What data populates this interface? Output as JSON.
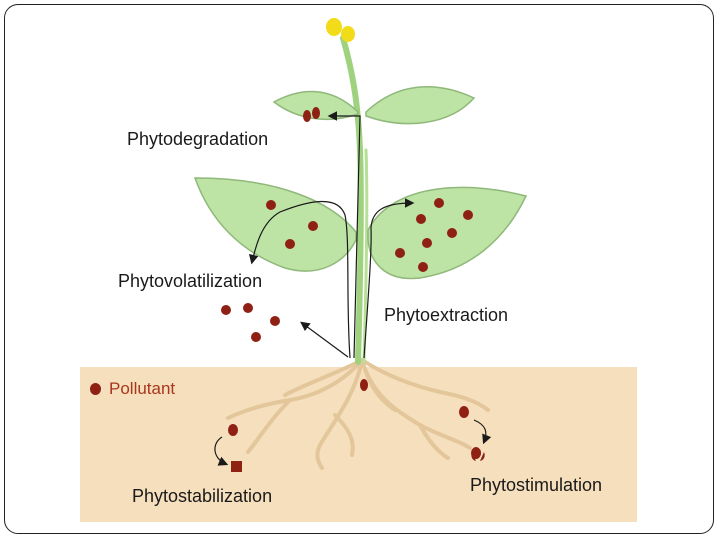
{
  "colors": {
    "leaf_fill": "#bde3a5",
    "leaf_stroke": "#8fb87a",
    "stem": "#9fd27e",
    "flower": "#f2dc1a",
    "pollutant": "#8e2014",
    "soil": "#f6dfbd",
    "root": "#e3c79b",
    "legend_text": "#a8371e",
    "arrow": "#1a1a1a"
  },
  "labels": {
    "phytodegradation": "Phytodegradation",
    "phytovolatilization": "Phytovolatilization",
    "phytoextraction": "Phytoextraction",
    "phytostabilization": "Phytostabilization",
    "phytostimulation": "Phytostimulation"
  },
  "legend": {
    "label": "Pollutant",
    "icon": "pollutant-dot"
  }
}
